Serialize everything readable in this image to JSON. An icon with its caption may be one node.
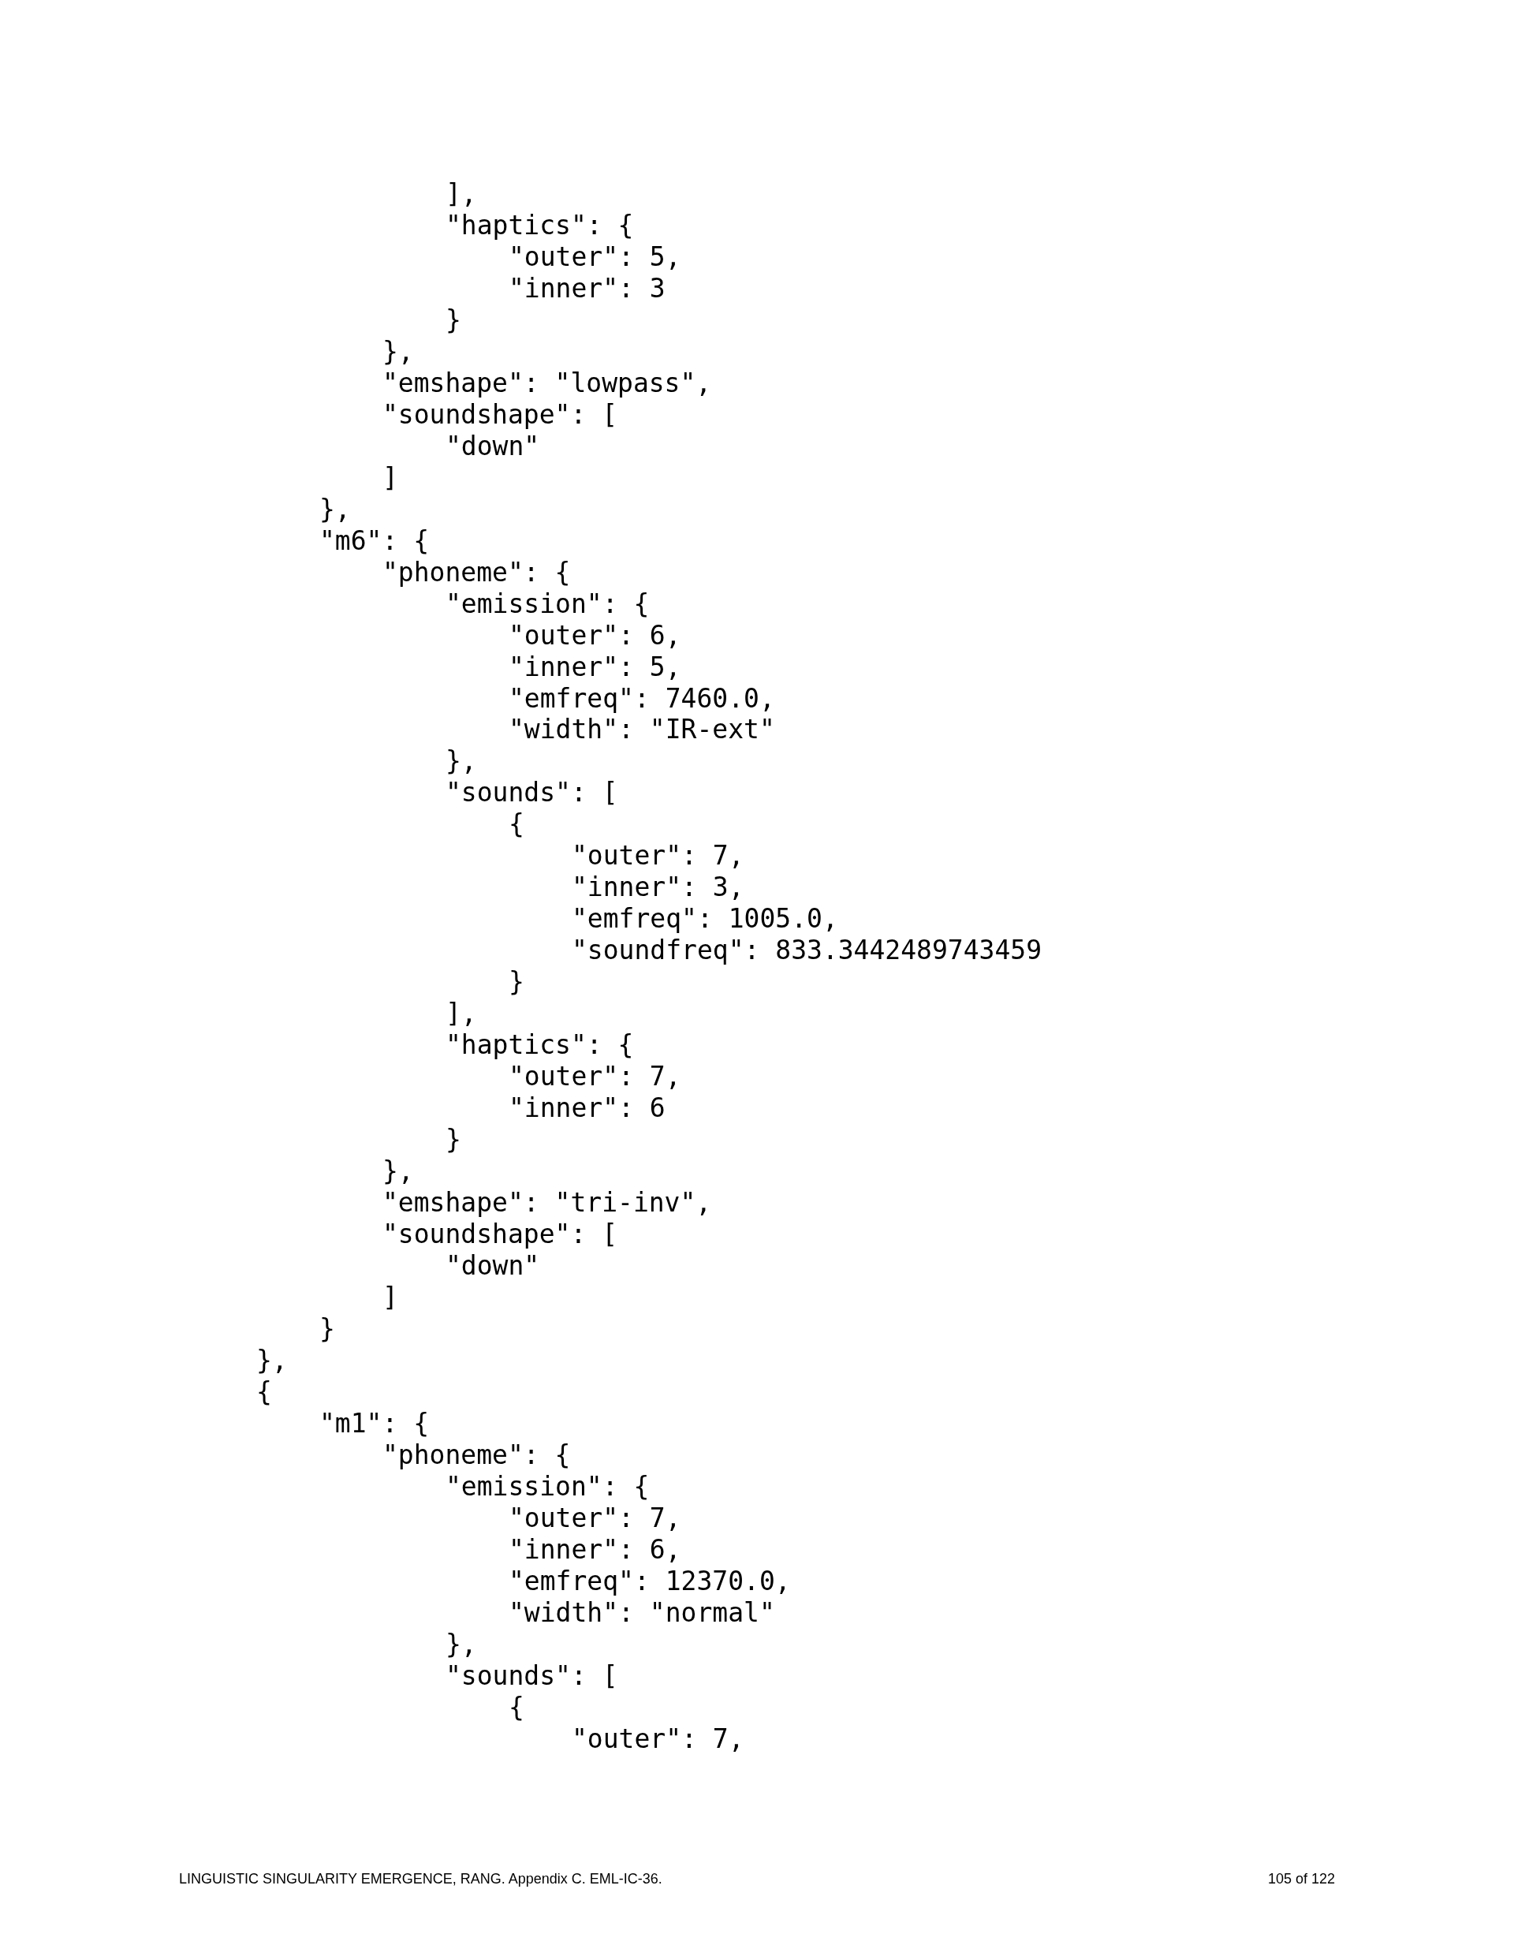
{
  "diagram": {
    "labels": [
      "],",
      "\"haptics\": {",
      "\"outer\": 5,",
      "\"inner\": 3",
      "}",
      "},",
      "\"emshape\": \"lowpass\",",
      "\"soundshape\": [",
      "\"down\"",
      "]",
      "},",
      "\"m6\": {",
      "\"phoneme\": {",
      "\"emission\": {",
      "\"outer\": 6,",
      "\"inner\": 5,",
      "\"emfreq\": 7460.0,",
      "\"width\": \"IR-ext\"",
      "},",
      "\"sounds\": [",
      "{",
      "\"outer\": 7,",
      "\"inner\": 3,",
      "\"emfreq\": 1005.0,",
      "\"soundfreq\": 833.3442489743459",
      "}",
      "],",
      "\"haptics\": {",
      "\"outer\": 7,",
      "\"inner\": 6",
      "}",
      "},",
      "\"emshape\": \"tri-inv\",",
      "\"soundshape\": [",
      "\"down\"",
      "]",
      "}",
      "},",
      "{",
      "\"m1\": {",
      "\"phoneme\": {",
      "\"emission\": {",
      "\"outer\": 7,",
      "\"inner\": 6,",
      "\"emfreq\": 12370.0,",
      "\"width\": \"normal\"",
      "},",
      "\"sounds\": [",
      "{",
      "\"outer\": 7,",
      "LINGUISTIC SINGULARITY EMERGENCE, RANG. Appendix C. EML-IC-36.",
      "105 of 122"
    ]
  }
}
